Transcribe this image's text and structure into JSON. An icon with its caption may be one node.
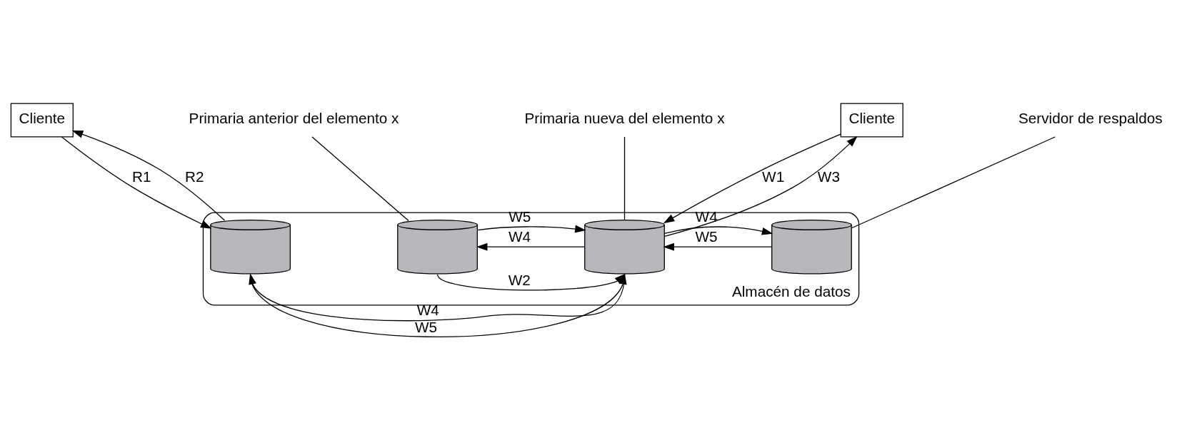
{
  "diagram": {
    "nodes": [
      {
        "text": [
          "Almacén de datos"
        ]
      },
      {
        "text": [
          "Cliente"
        ]
      },
      {
        "text": [
          "Cliente"
        ]
      },
      {
        "text": [],
        "shape": "cylinder",
        "in": 0
      },
      {
        "text": [],
        "shape": "cylinder",
        "in": 0
      },
      {
        "text": [],
        "shape": "cylinder",
        "in": 0
      },
      {
        "text": [],
        "shape": "cylinder",
        "in": 0
      },
      {
        "text": [
          "Primaria anterior del elemento x"
        ]
      },
      {
        "text": [
          "Primaria nueva del elemento x"
        ]
      },
      {
        "text": [
          "Servidor de respaldos"
        ]
      }
    ],
    "edges": [
      {
        "from": 1,
        "to": 3,
        "arrow": "to",
        "label": "R1"
      },
      {
        "from": 3,
        "to": 1,
        "arrow": "to",
        "label": "R2"
      },
      {
        "from": 2,
        "to": 5,
        "arrow": "to",
        "label": "W1"
      },
      {
        "from": 5,
        "to": 2,
        "arrow": "to",
        "label": "W3"
      },
      {
        "from": 4,
        "to": 5,
        "arrow": "to",
        "label": "W5"
      },
      {
        "from": 5,
        "to": 4,
        "arrow": "to",
        "label": "W4"
      },
      {
        "from": 6,
        "to": 5,
        "arrow": "to",
        "label": "W5"
      },
      {
        "from": 5,
        "to": 6,
        "arrow": "to",
        "label": "W4"
      },
      {
        "from": 4,
        "to": 5,
        "arrow": "to",
        "label": "W2"
      },
      {
        "from": 5,
        "to": 3,
        "arrow": "to",
        "label": "W4"
      },
      {
        "from": 3,
        "to": 5,
        "arrow": "to",
        "label": "W5"
      },
      {
        "from": 7,
        "to": 4,
        "arrow": "none"
      },
      {
        "from": 8,
        "to": 5,
        "arrow": "none"
      },
      {
        "from": 9,
        "to": 6,
        "arrow": "none"
      }
    ]
  }
}
